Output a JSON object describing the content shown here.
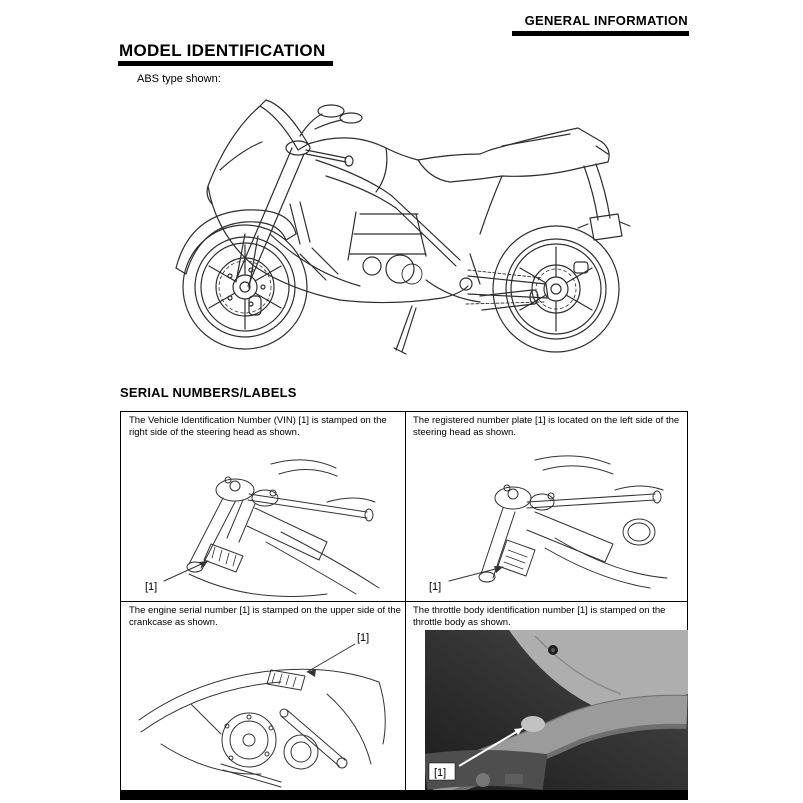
{
  "header": {
    "title": "GENERAL INFORMATION"
  },
  "page": {
    "title": "MODEL IDENTIFICATION",
    "abs_note": "ABS type shown:",
    "section_title": "SERIAL NUMBERS/LABELS"
  },
  "cells": [
    {
      "text": "The Vehicle Identification Number (VIN) [1] is stamped on the right side of the steering head as shown.",
      "callout": "[1]"
    },
    {
      "text": "The registered number plate [1] is located on the left side of the steering head as shown.",
      "callout": "[1]"
    },
    {
      "text": "The engine serial number [1] is stamped on the upper side of the crankcase as shown.",
      "callout": "[1]"
    },
    {
      "text": "The throttle body identification number [1] is stamped on the throttle body as shown.",
      "callout": "[1]"
    }
  ],
  "colors": {
    "ink": "#000000",
    "paper": "#ffffff",
    "photo_background": "#2e2e2e"
  }
}
